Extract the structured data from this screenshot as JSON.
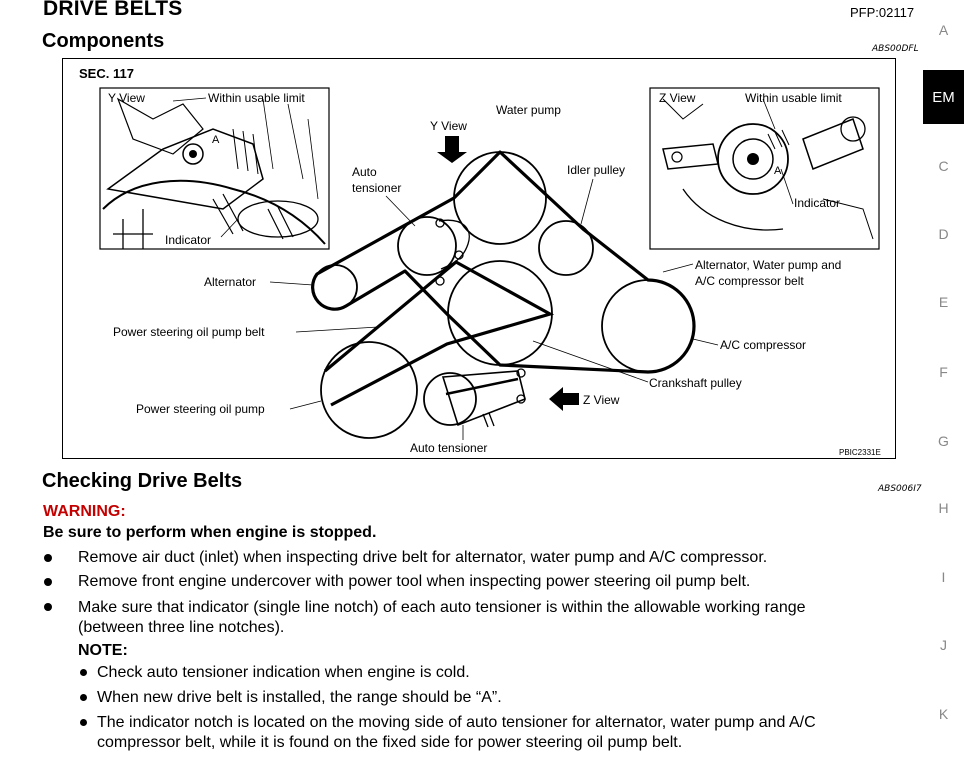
{
  "header": {
    "title": "DRIVE BELTS",
    "pfp": "PFP:02117",
    "components_heading": "Components",
    "components_code": "ABS00DFL"
  },
  "side_index": {
    "items": [
      "A",
      "EM",
      "C",
      "D",
      "E",
      "F",
      "G",
      "H",
      "I",
      "J",
      "K"
    ],
    "active": "EM"
  },
  "diagram": {
    "section": "SEC. 117",
    "figure_code": "PBIC2331E",
    "labels": {
      "y_view_inset": "Y View",
      "within_usable_limit_left": "Within usable limit",
      "a_left": "A",
      "indicator_left": "Indicator",
      "water_pump": "Water pump",
      "y_view_arrow": "Y View",
      "auto_tensioner_top_1": "Auto",
      "auto_tensioner_top_2": "tensioner",
      "idler_pulley": "Idler pulley",
      "alternator": "Alternator",
      "alt_belt_1": "Alternator, Water pump and",
      "alt_belt_2": "A/C compressor belt",
      "ps_belt": "Power steering oil pump belt",
      "ac_compressor": "A/C compressor",
      "crankshaft_pulley": "Crankshaft pulley",
      "ps_pump": "Power steering oil pump",
      "z_view_arrow": "Z View",
      "auto_tensioner_bottom": "Auto tensioner",
      "z_view_inset": "Z View",
      "within_usable_limit_right": "Within usable limit",
      "a_right": "A",
      "indicator_right": "Indicator"
    }
  },
  "checking": {
    "heading": "Checking Drive Belts",
    "code": "ABS006I7",
    "warning_label": "WARNING:",
    "warning_text": "Be sure to perform when engine is stopped.",
    "bullets": [
      "Remove air duct (inlet) when inspecting drive belt for alternator, water pump and A/C compressor.",
      "Remove front engine undercover with power tool when inspecting power steering oil pump belt.",
      "Make sure that indicator (single line notch) of each auto tensioner is within the allowable working range",
      "(between three line notches)."
    ],
    "note_label": "NOTE:",
    "notes": [
      "Check auto tensioner indication when engine is cold.",
      "When new drive belt is installed, the range should be “A”.",
      "The indicator notch is located on the moving side of auto tensioner for alternator, water pump and A/C",
      "compressor belt, while it is found on the fixed side for power steering oil pump belt."
    ]
  }
}
